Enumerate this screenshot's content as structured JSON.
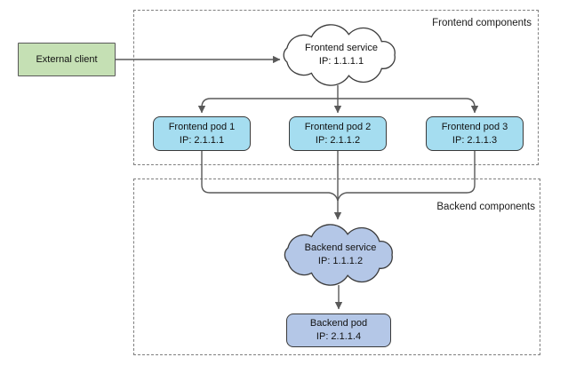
{
  "diagram": {
    "external_client": {
      "label": "External client"
    },
    "frontend_group": {
      "label": "Frontend components",
      "service": {
        "label": "Frontend service",
        "ip": "IP: 1.1.1.1"
      },
      "pods": [
        {
          "label": "Frontend pod 1",
          "ip": "IP: 2.1.1.1"
        },
        {
          "label": "Frontend pod 2",
          "ip": "IP: 2.1.1.2"
        },
        {
          "label": "Frontend pod 3",
          "ip": "IP: 2.1.1.3"
        }
      ]
    },
    "backend_group": {
      "label": "Backend components",
      "service": {
        "label": "Backend service",
        "ip": "IP: 1.1.1.2"
      },
      "pod": {
        "label": "Backend pod",
        "ip": "IP: 2.1.1.4"
      }
    },
    "colors": {
      "external_client_fill": "#c5e0b4",
      "frontend_service_fill": "#ffffff",
      "frontend_pod_fill": "#a5ddf0",
      "backend_fill": "#b4c7e7",
      "line": "#595959",
      "dashed_border": "#7f7f7f"
    }
  }
}
